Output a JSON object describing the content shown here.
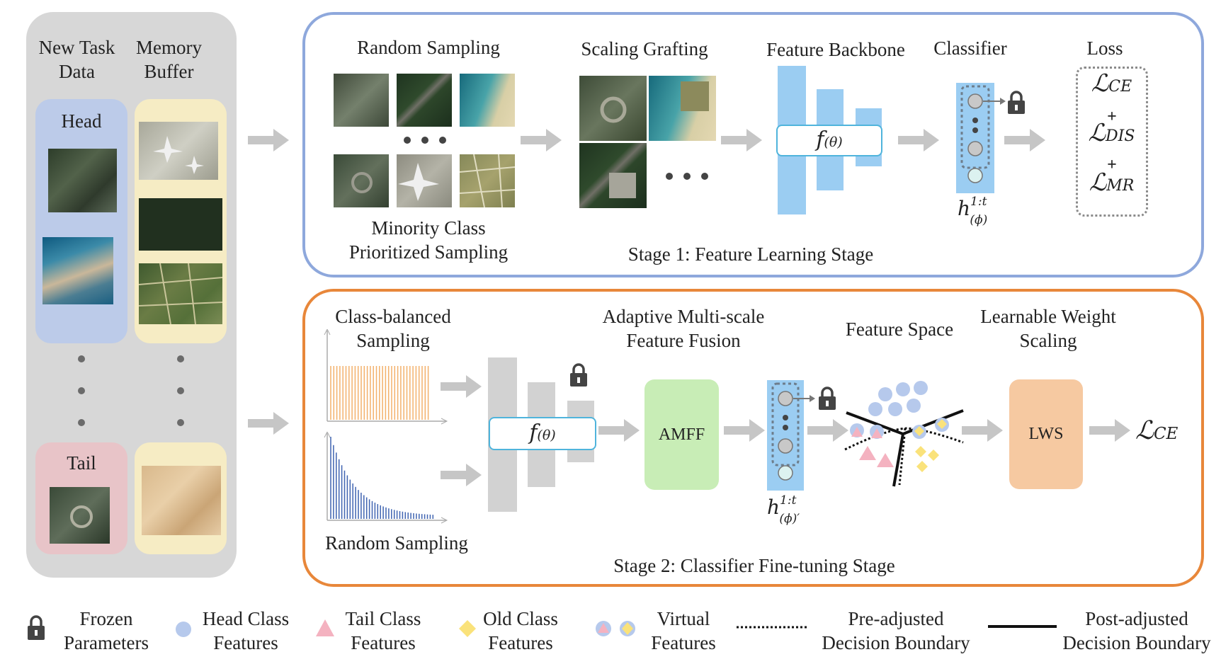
{
  "left_panel": {
    "col1_header": "New Task\nData",
    "col2_header": "Memory\nBuffer",
    "head_label": "Head",
    "tail_label": "Tail"
  },
  "stage1": {
    "random_sampling": "Random Sampling",
    "scaling_grafting": "Scaling Grafting",
    "feature_backbone": "Feature Backbone",
    "classifier": "Classifier",
    "loss": "Loss",
    "minority_sampling": "Minority Class\nPrioritized Sampling",
    "title": "Stage 1: Feature Learning Stage",
    "f_theta": "f",
    "f_sub": "(θ)",
    "classifier_symbol": "h",
    "classifier_sup": "1:t",
    "classifier_sub": "(ϕ)",
    "loss_terms": [
      {
        "main": "ℒ",
        "sub": "CE"
      },
      {
        "main": "ℒ",
        "sub": "DIS"
      },
      {
        "main": "ℒ",
        "sub": "MR"
      }
    ],
    "plus": "+"
  },
  "stage2": {
    "class_balanced": "Class-balanced\nSampling",
    "random_sampling": "Random Sampling",
    "amff_title": "Adaptive Multi-scale\nFeature Fusion",
    "amff_box": "AMFF",
    "feature_space": "Feature Space",
    "lws_title": "Learnable Weight\nScaling",
    "lws_box": "LWS",
    "title": "Stage 2: Classifier Fine-tuning Stage",
    "f_theta": "f",
    "f_sub": "(θ)",
    "classifier_symbol": "h",
    "classifier_sup": "1:t",
    "classifier_sub": "(ϕ)′",
    "loss_main": "ℒ",
    "loss_sub": "CE"
  },
  "legend": [
    {
      "id": "frozen",
      "text": "Frozen\nParameters"
    },
    {
      "id": "head",
      "text": "Head Class\nFeatures"
    },
    {
      "id": "tail",
      "text": "Tail Class\nFeatures"
    },
    {
      "id": "old",
      "text": "Old Class\nFeatures"
    },
    {
      "id": "virtual",
      "text": "Virtual\nFeatures"
    },
    {
      "id": "pre",
      "text": "Pre-adjusted\nDecision Boundary"
    },
    {
      "id": "post",
      "text": "Post-adjusted\nDecision Boundary"
    }
  ],
  "colors": {
    "stage1_border": "#8ea8dc",
    "stage2_border": "#e8873a",
    "head_slot": "#bccbe9",
    "memory_slot": "#f6ecc4",
    "tail_slot": "#e8c4c8",
    "backbone_blue": "#9bcdf2",
    "frozen_gray": "#d2d2d2",
    "amff_green": "#c8edb6",
    "lws_orange": "#f6c9a1",
    "head_feature": "#b6c9ec",
    "tail_feature": "#f4b2c0",
    "old_feature": "#fae27a",
    "arrow_gray": "#c6c6c6"
  },
  "icons": [
    "lock-icon",
    "arrow-icon",
    "satellite-tile"
  ]
}
